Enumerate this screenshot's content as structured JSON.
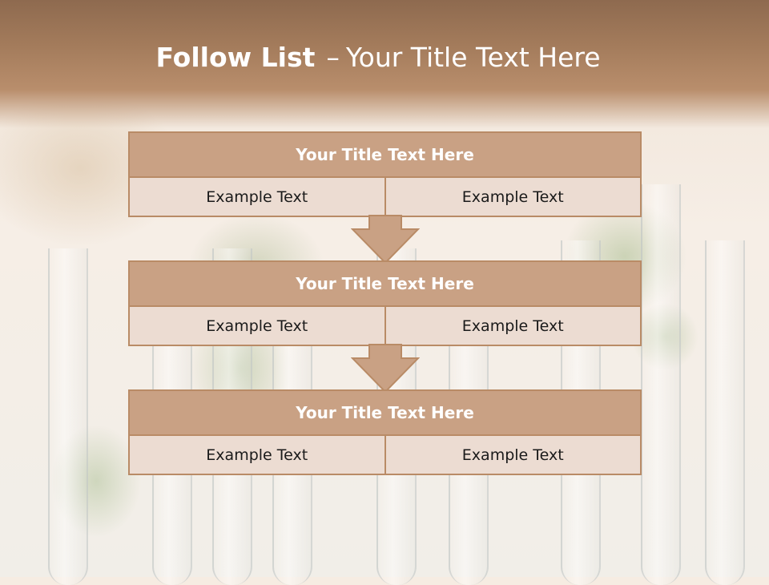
{
  "slide": {
    "title_bold": "Follow List",
    "title_sep": "–",
    "title_rest": "Your Title Text Here"
  },
  "blocks": [
    {
      "title": "Your Title Text Here",
      "left": "Example Text",
      "right": "Example Text"
    },
    {
      "title": "Your Title Text Here",
      "left": "Example Text",
      "right": "Example Text"
    },
    {
      "title": "Your Title Text Here",
      "left": "Example Text",
      "right": "Example Text"
    }
  ],
  "colors": {
    "header": "#a37b5b",
    "block_title": "#c9a184",
    "block_cell": "#ecdcd2",
    "border": "#b98b66"
  }
}
